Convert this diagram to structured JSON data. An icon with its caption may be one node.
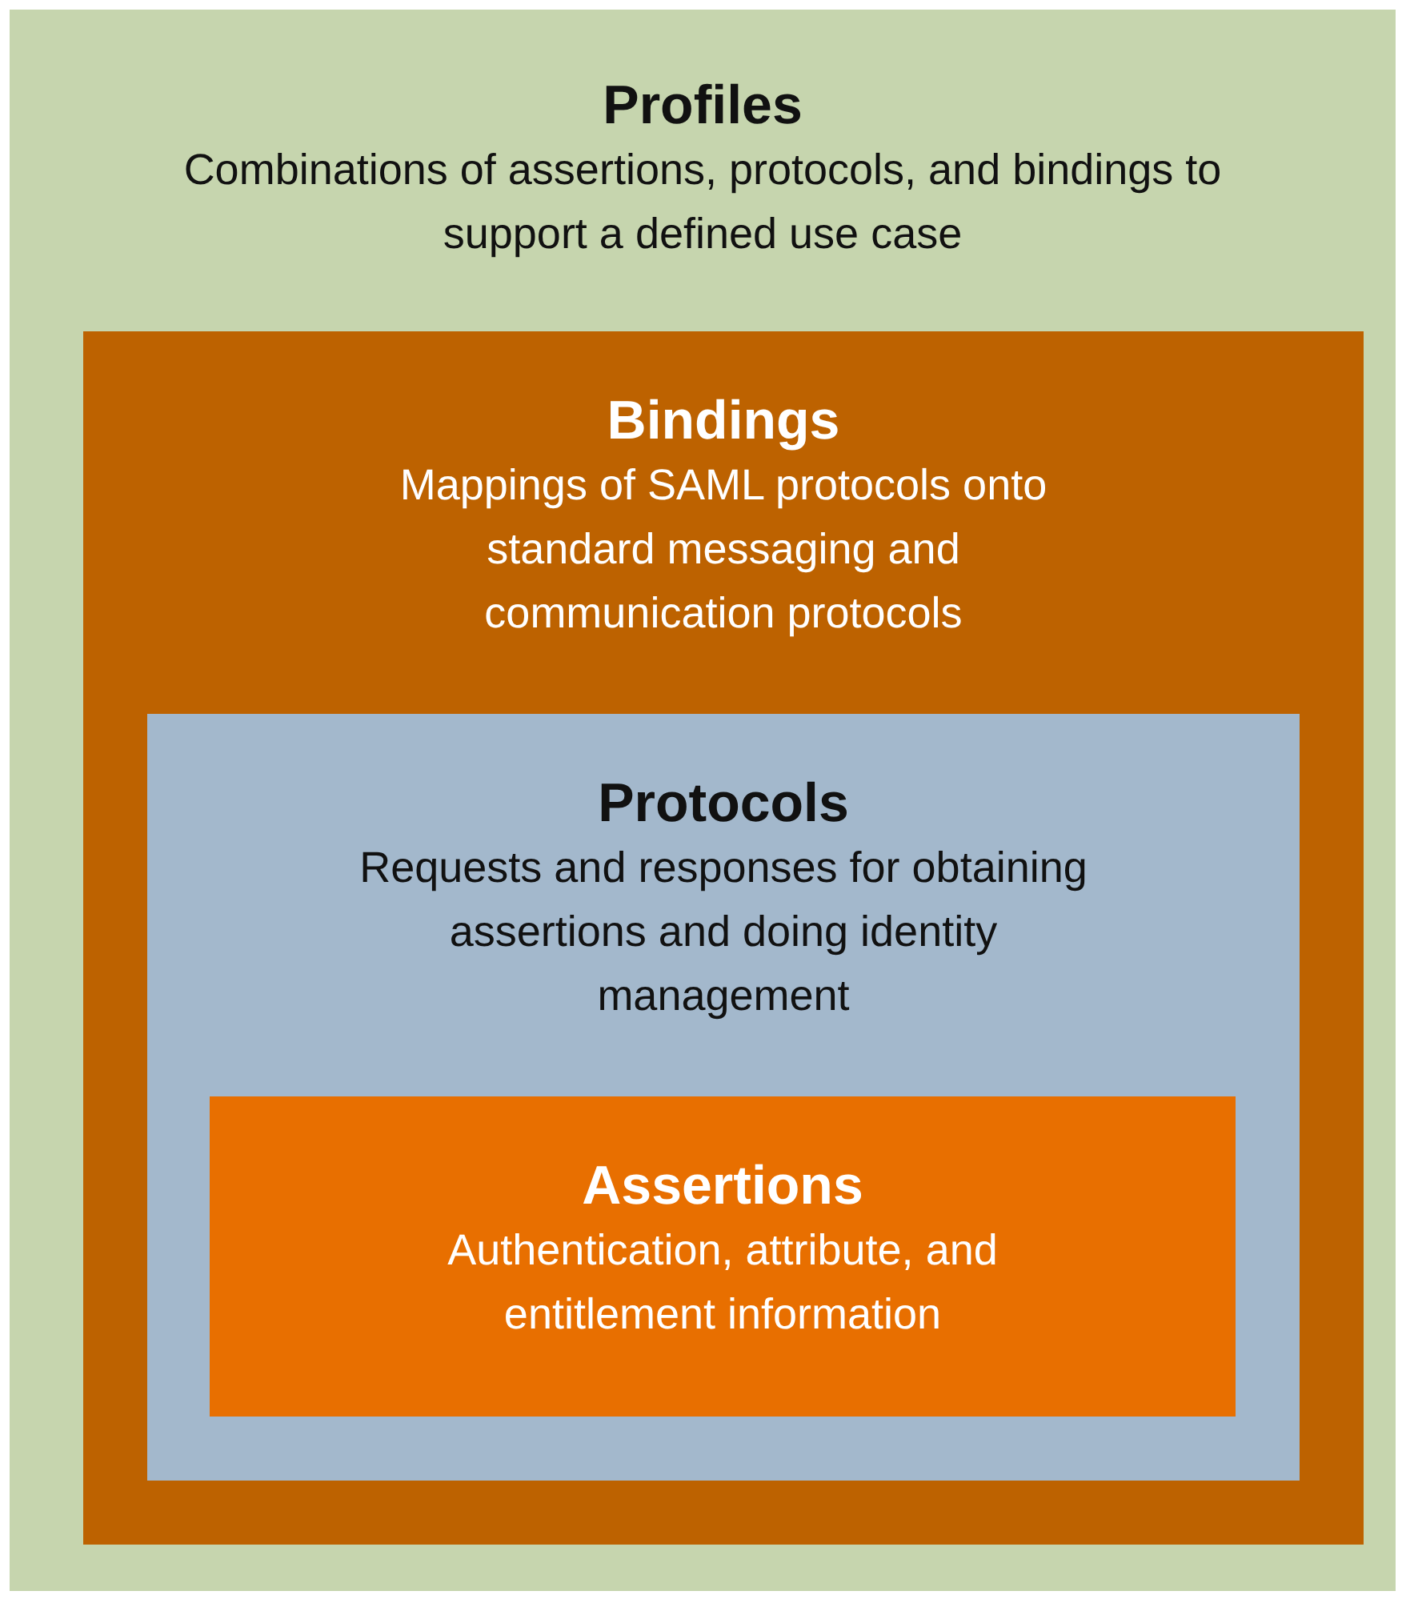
{
  "diagram": {
    "nodes": [
      {
        "text": [
          "Profiles",
          "Combinations of assertions, protocols, and bindings to support a defined use case"
        ]
      },
      {
        "text": [
          "Bindings",
          "Mappings of SAML protocols onto standard messaging and communication protocols"
        ],
        "in": 0
      },
      {
        "text": [
          "Protocols",
          "Requests and responses for obtaining assertions and doing identity management"
        ],
        "in": 1
      },
      {
        "text": [
          "Assertions",
          "Authentication, attribute, and entitlement information"
        ],
        "in": 2
      }
    ]
  }
}
